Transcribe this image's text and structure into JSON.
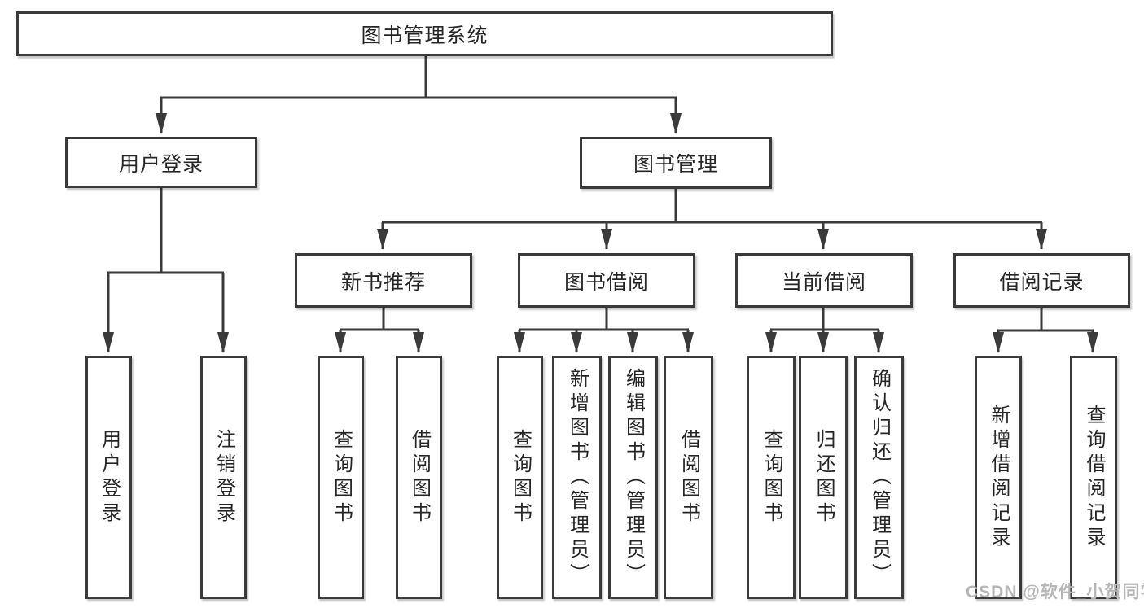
{
  "diagram_title": "图书管理系统",
  "colors": {
    "line": "#3a3a3a",
    "border": "#3a3a3a",
    "text": "#262626",
    "background": "#ffffff",
    "watermark": "#b6b6b6"
  },
  "nodes": {
    "root": "图书管理系统",
    "user_login_group": "用户登录",
    "book_mgmt_group": "图书管理",
    "new_book_rec": "新书推荐",
    "book_borrow": "图书借阅",
    "current_borrow": "当前借阅",
    "borrow_records": "借阅记录",
    "leaf_user_login": "用户登录",
    "leaf_logout": "注销登录",
    "leaf_nb_query_book": "查询图书",
    "leaf_nb_borrow_book": "借阅图书",
    "leaf_bb_query_book": "查询图书",
    "leaf_bb_add_book": "新增图书（管理员）",
    "leaf_bb_edit_book": "编辑图书（管理员）",
    "leaf_bb_borrow_book": "借阅图书",
    "leaf_cb_query_book": "查询图书",
    "leaf_cb_return_book": "归还图书",
    "leaf_cb_confirm_return": "确认归还（管理员）",
    "leaf_br_add_record": "新增借阅记录",
    "leaf_br_query_record": "查询借阅记录"
  },
  "watermark": "CSDN @软件_小贺同学"
}
